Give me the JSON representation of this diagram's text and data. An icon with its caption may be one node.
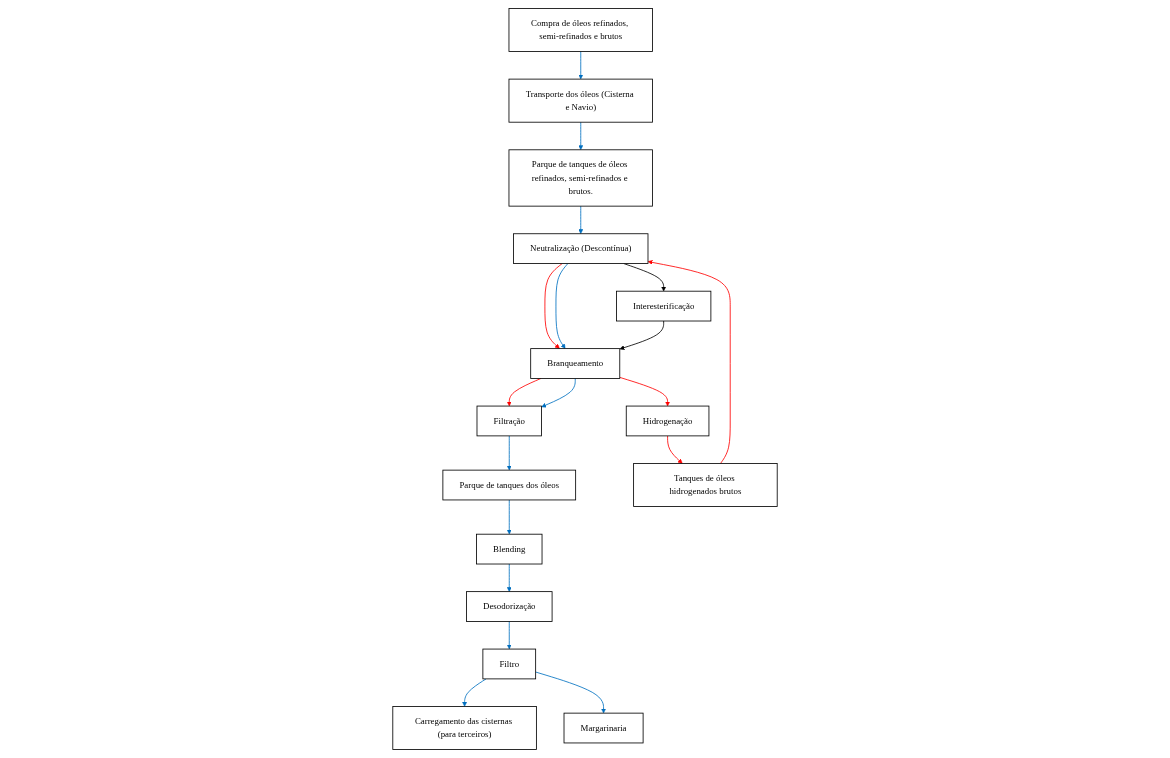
{
  "diagram": {
    "nodes": [
      {
        "text": [
          "Parque de tanques de óleos refinados, semi-refinados e brutos."
        ]
      },
      {
        "text": [
          "Neutralização (Descontínua)"
        ]
      },
      {
        "text": [
          "Branqueamento"
        ]
      },
      {
        "text": [
          "Filtração"
        ]
      },
      {
        "text": [
          "Transporte dos óleos (Cisterna e Navio)"
        ]
      },
      {
        "text": [
          "Interesterificação"
        ]
      },
      {
        "text": [
          "Parque de tanques dos óleos"
        ]
      },
      {
        "text": [
          "Compra de óleos refinados, semi-refinados e brutos"
        ]
      },
      {
        "text": [
          "Tanques de óleos hidrogenados brutos"
        ]
      },
      {
        "text": [
          "Hidrogenação"
        ]
      },
      {
        "text": [
          "Blending"
        ]
      },
      {
        "text": [
          "Desodorização"
        ]
      },
      {
        "text": [
          "Carregamento das cisternas (para terceiros)"
        ]
      },
      {
        "text": [
          "Filtro"
        ]
      },
      {
        "text": [
          "Margarinaria"
        ]
      }
    ],
    "edges": [
      {
        "from": 7,
        "to": 4,
        "arrow": "to"
      },
      {
        "from": 4,
        "to": 0,
        "arrow": "to"
      },
      {
        "from": 0,
        "to": 1,
        "arrow": "to"
      },
      {
        "from": 1,
        "to": 2,
        "arrow": "to",
        "color": "#ff0000"
      },
      {
        "from": 1,
        "to": 2,
        "arrow": "to"
      },
      {
        "from": 2,
        "to": 3,
        "arrow": "to",
        "color": "#ff0000"
      },
      {
        "from": 2,
        "to": 3,
        "arrow": "to"
      },
      {
        "from": 1,
        "to": 5,
        "arrow": "to",
        "color": "#000000"
      },
      {
        "from": 5,
        "to": 2,
        "arrow": "to",
        "color": "#000000"
      },
      {
        "from": 2,
        "to": 9,
        "arrow": "to",
        "color": "#ff0000"
      },
      {
        "from": 9,
        "to": 8,
        "arrow": "to",
        "color": "#ff0000"
      },
      {
        "from": 8,
        "to": 1,
        "arrow": "to",
        "color": "#ff0000"
      },
      {
        "from": 3,
        "to": 6,
        "arrow": "to"
      },
      {
        "from": 6,
        "to": 10,
        "arrow": "to"
      },
      {
        "from": 10,
        "to": 11,
        "arrow": "to"
      },
      {
        "from": 11,
        "to": 13,
        "arrow": "to"
      },
      {
        "from": 13,
        "to": 12,
        "arrow": "to"
      },
      {
        "from": 13,
        "to": 14,
        "arrow": "to"
      }
    ]
  }
}
